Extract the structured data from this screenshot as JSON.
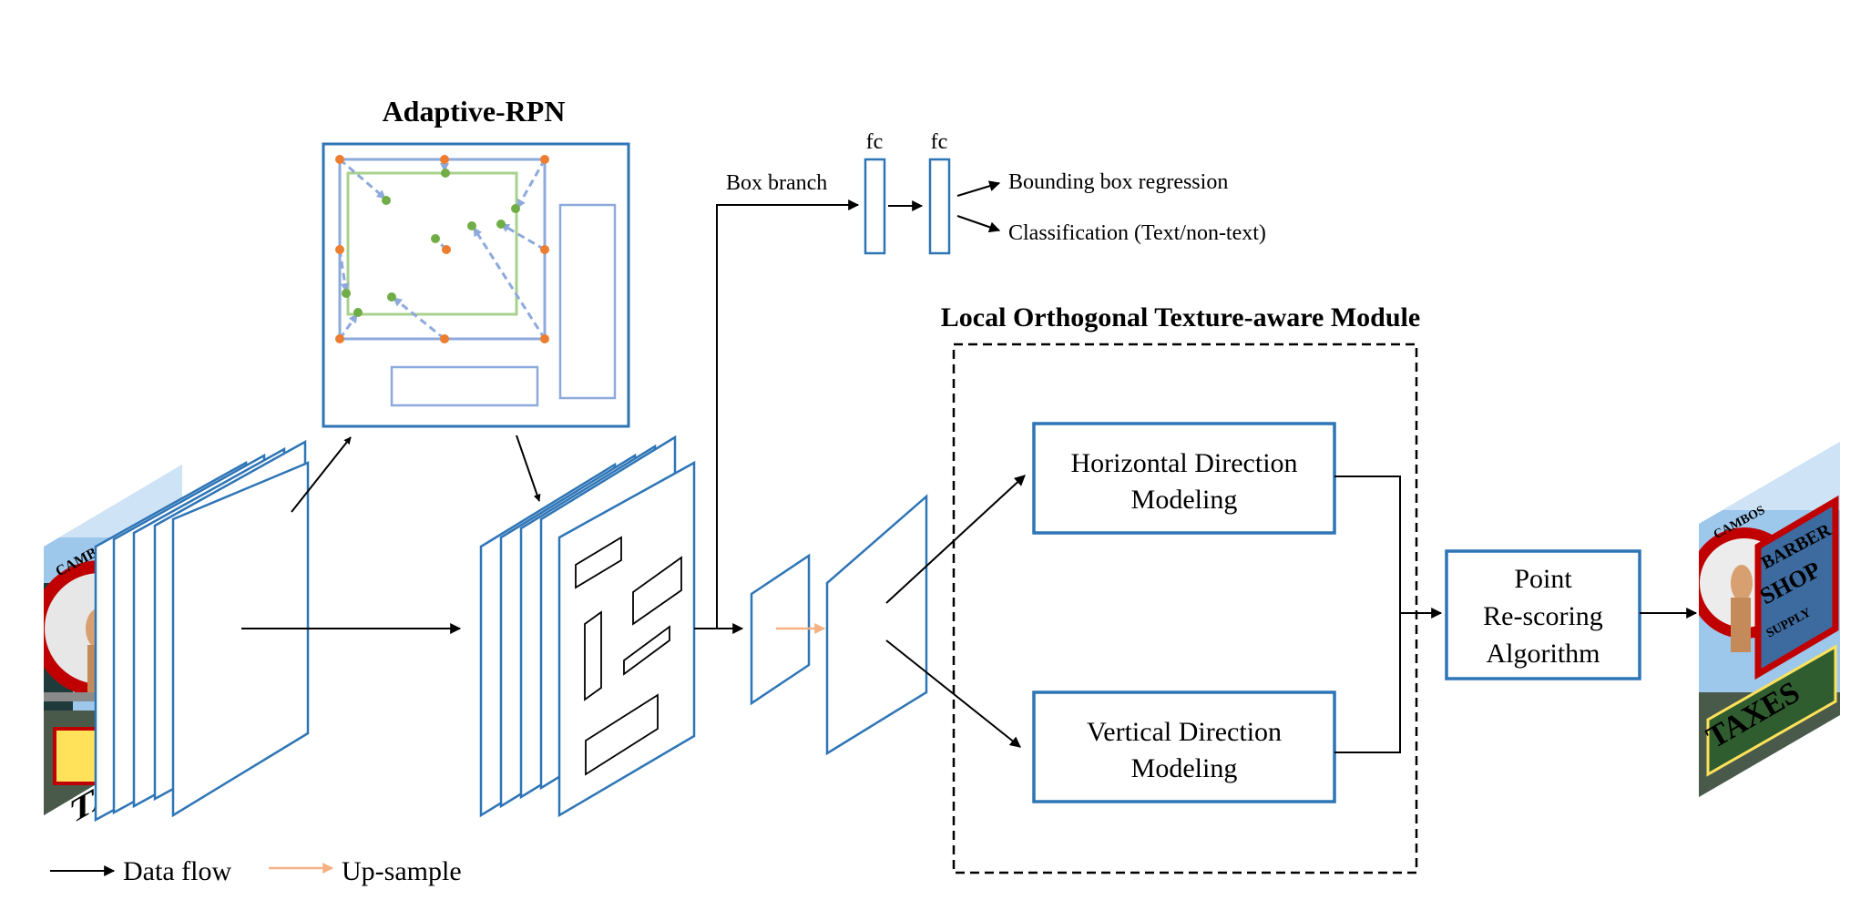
{
  "title_adaptive_rpn": "Adaptive-RPN",
  "title_lotm": "Local Orthogonal Texture-aware Module",
  "box_branch_label": "Box branch",
  "fc1_label": "fc",
  "fc2_label": "fc",
  "out_bbox_regression": "Bounding box regression",
  "out_classification": "Classification (Text/non-text)",
  "horizontal_box": {
    "line1": "Horizontal Direction",
    "line2": "Modeling"
  },
  "vertical_box": {
    "line1": "Vertical Direction",
    "line2": "Modeling"
  },
  "point_box": {
    "line1": "Point",
    "line2": "Re-scoring",
    "line3": "Algorithm"
  },
  "input_sign_text": [
    "CAMBOS",
    "TAXES"
  ],
  "output_sign_text": [
    "CAMBOS",
    "BARBER",
    "SHOP",
    "SUPPLY",
    "TAXES"
  ],
  "legend": [
    {
      "label": "Data flow",
      "color": "#000000"
    },
    {
      "label": "Up-sample",
      "color": "#f4b183"
    }
  ],
  "colors": {
    "feature_blue": "#2e75b6",
    "rpn_purple": "#8ea9db",
    "rpn_green": "#a9d18e",
    "rpn_orange": "#ed7d31",
    "rpn_green_dot": "#70ad47",
    "upsample": "#f4b183"
  }
}
